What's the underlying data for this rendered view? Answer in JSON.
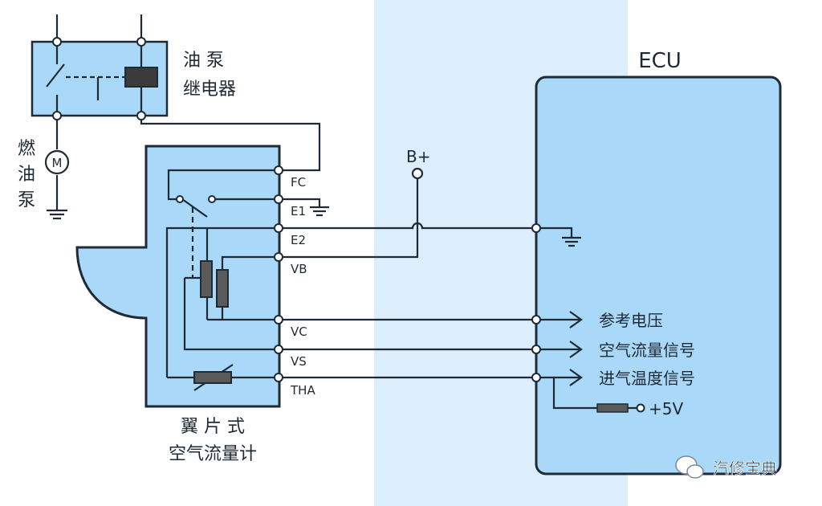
{
  "relay": {
    "label_line1": "油 泵",
    "label_line2": "继电器"
  },
  "fuel_pump": {
    "label": [
      "燃",
      "油",
      "泵"
    ],
    "motor_symbol": "M"
  },
  "afm": {
    "label_line1": "翼 片 式",
    "label_line2": "空气流量计"
  },
  "terminals": [
    "FC",
    "E1",
    "E2",
    "VB",
    "VC",
    "VS",
    "THA"
  ],
  "battery": {
    "label": "B+"
  },
  "ecu": {
    "title": "ECU",
    "signals": [
      "参考电压",
      "空气流量信号",
      "进气温度信号"
    ],
    "supply": "+5V"
  },
  "watermark": {
    "brand": "汽修宝典"
  },
  "colors": {
    "component_fill": "#a9d8f8",
    "band": "#dceefb",
    "line": "#1e2a36",
    "resistor": "#5a5a5a"
  }
}
